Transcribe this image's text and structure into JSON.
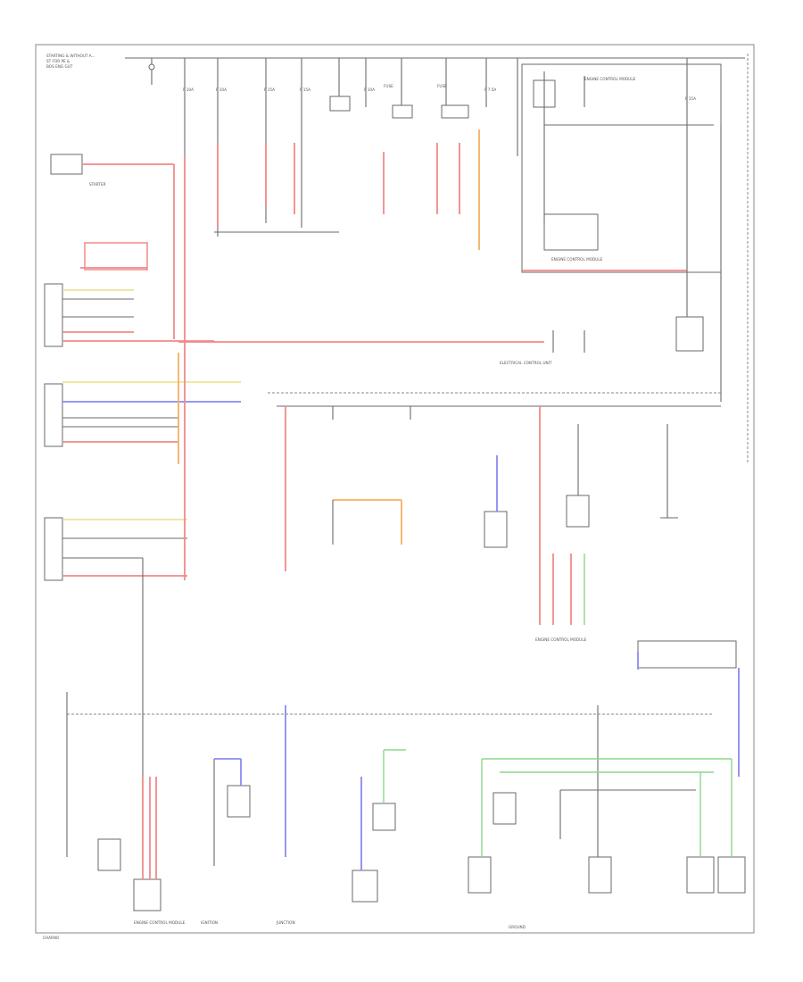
{
  "diagram": {
    "footer_left": "CHARNO",
    "labels": {
      "top_left": "STARTING & WITHOUT A...",
      "fuse_a": "FUSE",
      "fuse_b": "FUSE",
      "starter": "STARTER",
      "engine_ctrl_top": "ENGINE CONTROL MODULE",
      "engine_ctrl_mid": "ENGINE CONTROL MODULE",
      "engine_ctrl_right": "ENGINE CONTROL MODULE",
      "electrical_ctrl": "ELECTRICAL CONTROL UNIT",
      "engine_ctrl_bottom": "ENGINE CONTROL MODULE",
      "ignition": "IGNITION",
      "junction": "JUNCTION",
      "ground": "GROUND"
    }
  }
}
